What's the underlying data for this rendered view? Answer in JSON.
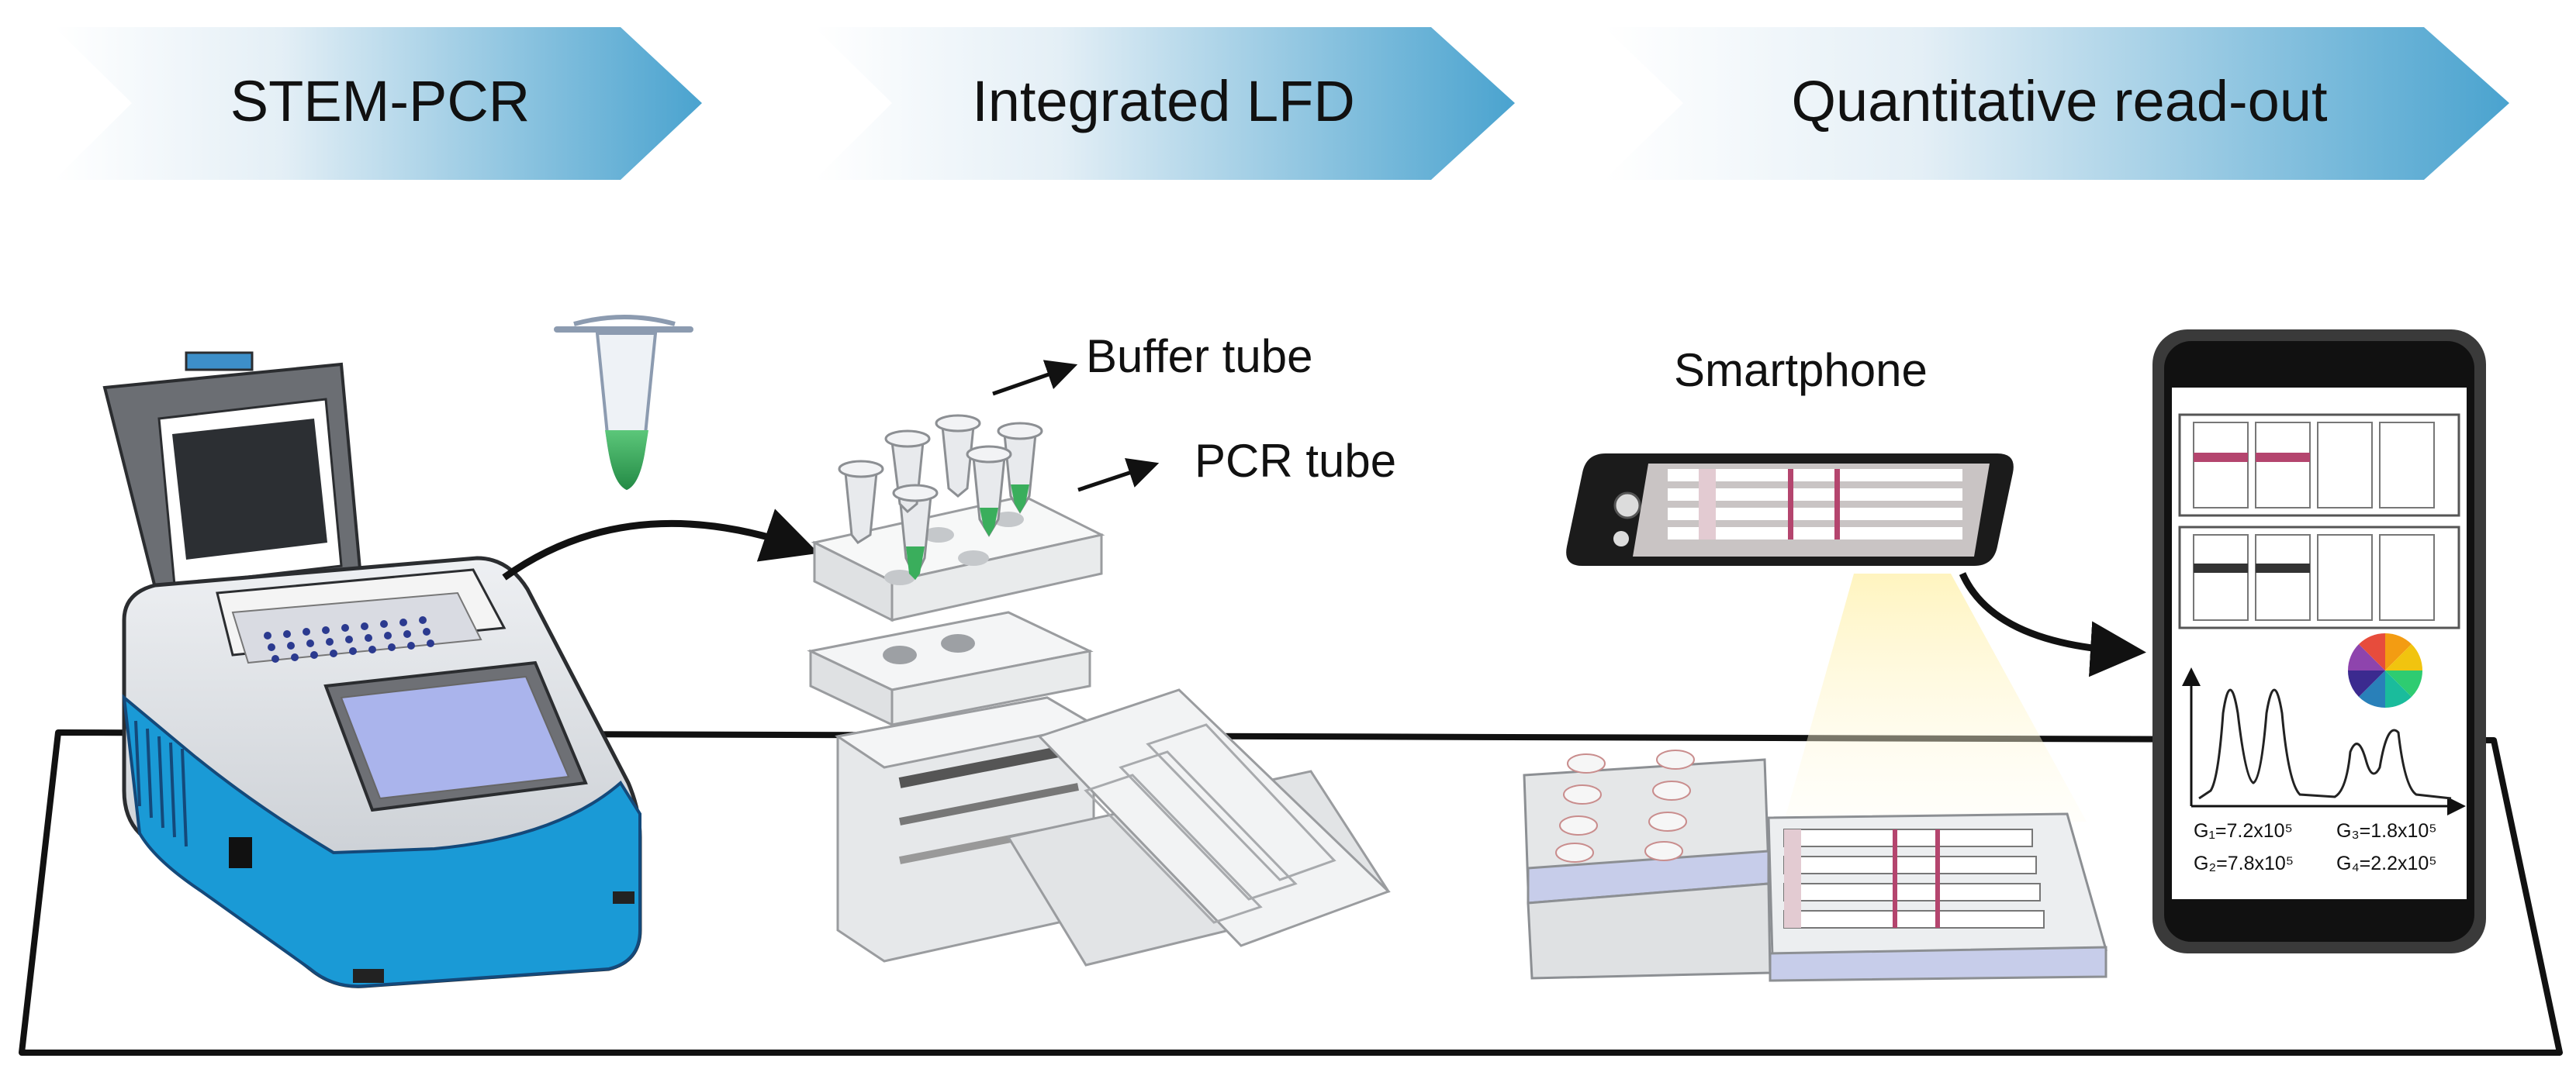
{
  "banners": [
    {
      "label": "STEM-PCR"
    },
    {
      "label": "Integrated LFD"
    },
    {
      "label": "Quantitative read-out"
    }
  ],
  "callouts": {
    "buffer_tube": "Buffer tube",
    "pcr_tube": "PCR tube",
    "smartphone": "Smartphone"
  },
  "phone_results": {
    "g1": "G₁=7.2x10⁵",
    "g2": "G₂=7.8x10⁵",
    "g3": "G₃=1.8x10⁵",
    "g4": "G₄=2.2x10⁵"
  },
  "colors": {
    "banner_start": "#ffffff",
    "banner_end": "#4aa3cf",
    "instrument_blue": "#1a9ad6",
    "test_line": "#b4456e",
    "tube_liquid": "#3aae5c"
  }
}
